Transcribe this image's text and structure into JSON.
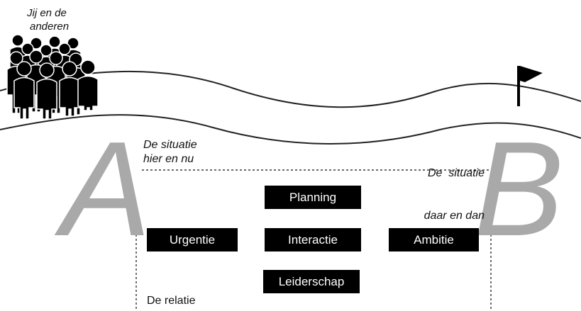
{
  "group_label": "Jij en de anderen",
  "group_label_lines": [
    "Jij en de",
    "anderen"
  ],
  "point_a": "A",
  "point_b": "B",
  "situation_a_lines": [
    "De situatie",
    "hier en nu"
  ],
  "situation_b_lines": [
    "De  situatie",
    "daar en dan"
  ],
  "relation_label": "De relatie",
  "boxes": {
    "planning": "Planning",
    "urgentie": "Urgentie",
    "interactie": "Interactie",
    "ambitie": "Ambitie",
    "leiderschap": "Leiderschap"
  },
  "colors": {
    "background": "#ffffff",
    "box": "#000000",
    "box_text": "#ffffff",
    "letters": "#a9a9a9"
  },
  "icons": [
    "people-crowd-icon",
    "flag-icon"
  ]
}
